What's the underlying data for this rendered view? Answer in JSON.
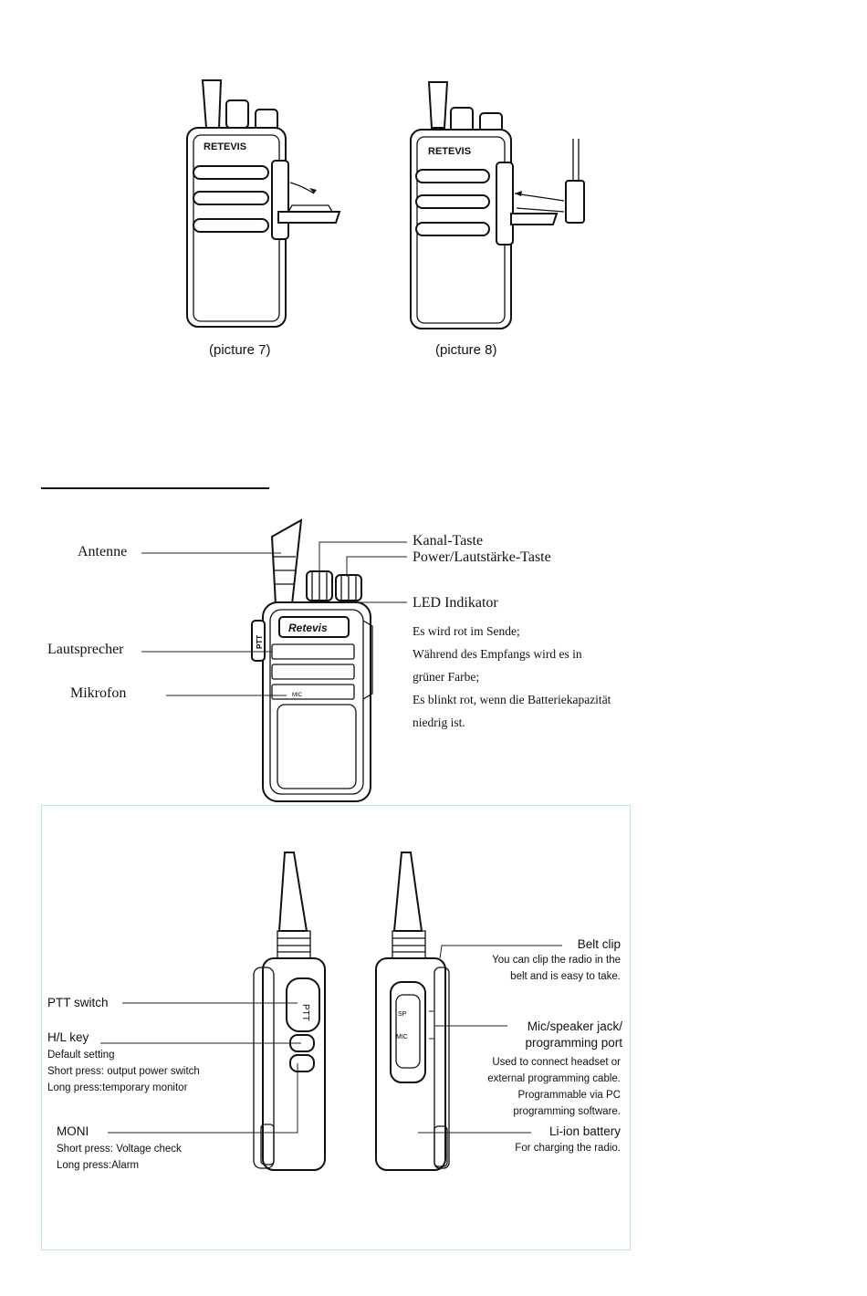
{
  "pictures": {
    "picture7_caption": "(picture 7)",
    "picture8_caption": "(picture 8)",
    "brand_top": "RETEVIS"
  },
  "front_view": {
    "brand": "Retevis",
    "ptt_side_text": "PTT",
    "mic_text": "MIC",
    "labels": {
      "antenne": "Antenne",
      "lautsprecher": "Lautsprecher",
      "mikrofon": "Mikrofon",
      "kanal": "Kanal-Taste",
      "power": "Power/Lautstärke-Taste",
      "led": "LED Indikator"
    },
    "led_description": [
      "Es wird rot im Sende;",
      "Während des Empfangs wird es in",
      "grüner Farbe;",
      "Es blinkt rot, wenn die Batteriekapazität",
      "niedrig ist."
    ]
  },
  "side_view": {
    "ptt_button_text": "PTT",
    "jack_sp": "SP",
    "jack_mic": "MIC",
    "ptt_switch": {
      "title": "PTT switch"
    },
    "hl_key": {
      "title": "H/L key",
      "lines": [
        "Default setting",
        "Short press: output power switch",
        "Long press:temporary monitor"
      ]
    },
    "moni": {
      "title": "MONI",
      "lines": [
        "Short press: Voltage check",
        "Long press:Alarm"
      ]
    },
    "belt_clip": {
      "title": "Belt clip",
      "lines": [
        "You can clip the radio in the",
        "belt and is easy to take."
      ]
    },
    "mic_jack": {
      "title_lines": [
        "Mic/speaker jack/",
        "programming port"
      ],
      "lines": [
        "Used to connect headset or",
        "external programming cable.",
        "Programmable via PC",
        "programming software."
      ]
    },
    "battery": {
      "title": "Li-ion battery",
      "lines": [
        "For charging the radio."
      ]
    }
  }
}
